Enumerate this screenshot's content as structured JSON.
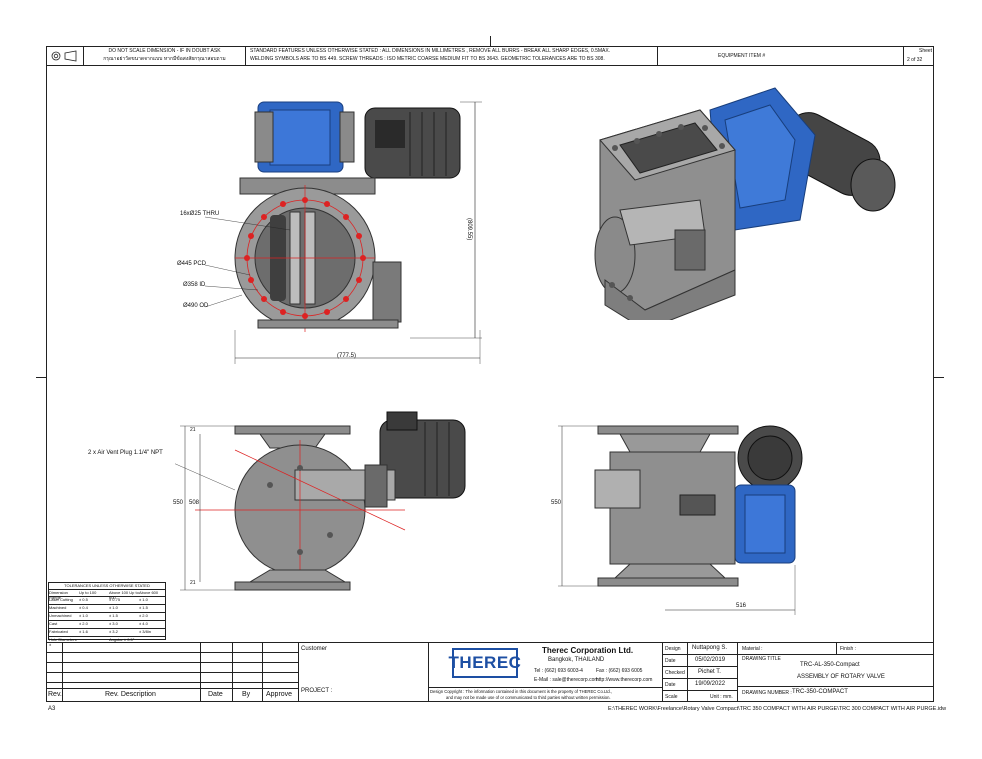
{
  "header": {
    "note_left_1": "DO NOT SCALE DIMENSION - IF IN DOUBT ASK",
    "note_left_2": "กรุณาอย่าวัดขนาดจากแบบ หากมีข้อสงสัยกรุณาสอบถาม",
    "standard_1": "STANDARD FEATURES UNLESS OTHERWISE STATED : ALL DIMENSIONS IN MILLIMETRES , REMOVE ALL BURRS - BREAK ALL SHARP EDGES, 0.5MAX.",
    "standard_2": "WELDING  SYMBOLS  ARE  TO  BS  449.  SCREW THREADS : ISO METRIC COARSE MEDIUM FIT TO BS 3643. GEOMETRIC TOLERANCES ARE TO BS 308.",
    "equipment_label": "EQUIPMENT ITEM #",
    "sheet_label": "Sheet",
    "sheet_value": "2 of 32"
  },
  "views": {
    "front_labels": [
      "16xØ25 THRU",
      "Ø445 PCD",
      "Ø358 ID",
      "Ø490 OD"
    ],
    "dim_height": "(809.55)",
    "dim_width": "(777.5)",
    "side_label": "2 x Air Vent Plug 1.1/4\" NPT",
    "side_dims": [
      "550",
      "508",
      "21",
      "21"
    ],
    "rear_dim_height": "550",
    "rear_dim_width": "516"
  },
  "tolerance_table": {
    "title": "TOLERANCES UNLESS OTHERWISE STATED",
    "headers": [
      "Dimension Range",
      "Up to 100",
      "Above 100 Up to 600",
      "Above 600"
    ],
    "rows": [
      [
        "Laser Cutting",
        "± 0.5",
        "± 0.75",
        "± 1.0"
      ],
      [
        "Machined",
        "± 0.4",
        "± 1.0",
        "± 1.5"
      ],
      [
        "Unmachined",
        "± 1.0",
        "± 1.5",
        "± 2.0"
      ],
      [
        "Cast",
        "± 2.0",
        "± 3.0",
        "± 4.0"
      ],
      [
        "Fabricated",
        "± 1.6",
        "± 3.2",
        "± 3/8in"
      ],
      [
        "Hole Diameters ±",
        "",
        "Angular ± 0.5°",
        ""
      ]
    ]
  },
  "revision": {
    "rev": "Rev.",
    "desc": "Rev. Description",
    "date": "Date",
    "by": "By",
    "approve": "Approve"
  },
  "customer": {
    "customer_label": "Customer",
    "project_label": "PROJECT :"
  },
  "company": {
    "logo": "THEREC",
    "name": "Therec Corporation Ltd.",
    "city": "Bangkok, THAILAND",
    "tel": "Tel : (662) 693 6003-4",
    "fax": "Fax : (662) 693 6005",
    "email": "E-Mail : sale@therecorp.com",
    "web": "http://www.therecorp.com",
    "copyright_1": "Design Copyright : The information contained in this document is the property of THEREC Co.Ltd.,",
    "copyright_2": "and may not be made use of or communicated to third parties without written permission."
  },
  "approval": {
    "design_label": "Design",
    "design_value": "Nuttapong S.",
    "date1_label": "Date",
    "date1_value": "05/02/2019",
    "checked_label": "Checked",
    "checked_value": "Pichet  T.",
    "date2_label": "Date",
    "date2_value": "19/09/2022",
    "scale_label": "Scale",
    "unit_label": "Unit : mm."
  },
  "drawing": {
    "material_label": "Material :",
    "finish_label": "Finish :",
    "title_label": "DRAWING TITLE",
    "title_1": "TRC-AL-350-Compact",
    "title_2": "ASSEMBLY OF ROTARY VALVE",
    "number_label": "DRAWING NUMBER :",
    "number_value": "TRC-350-COMPACT"
  },
  "footer": {
    "size": "A3",
    "path": "E:\\THEREC WORK\\Freelance\\Rotary Valve Compact\\TRC 350 COMPACT WITH AIR PURGE\\TRC 300 COMPACT WITH AIR PURGE.idw"
  },
  "colors": {
    "motor_blue": "#2f67c4",
    "steel": "#9a9a9a",
    "dark": "#3a3a3a",
    "logo_blue": "#1d4fa3",
    "dim_red": "#d22222"
  }
}
